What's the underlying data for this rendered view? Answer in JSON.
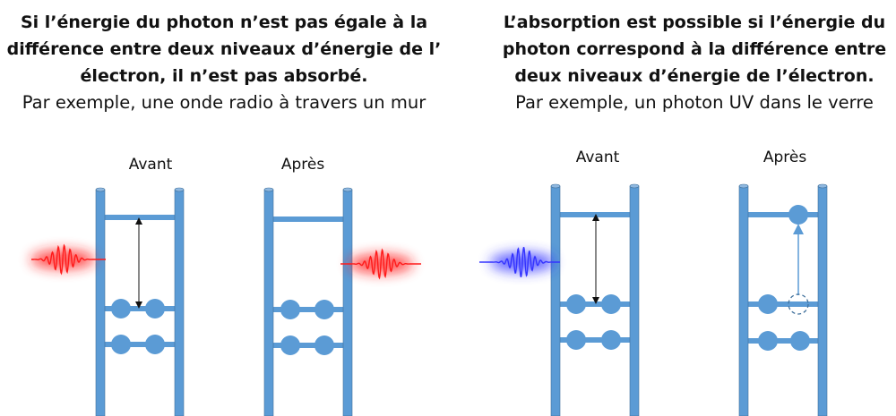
{
  "left": {
    "title_lines": [
      "Si l’énergie du photon n’est pas égale à la",
      "différence entre deux niveaux d’énergie de l’",
      "électron, il n’est pas absorbé."
    ],
    "example": "Par exemple, une onde radio à travers un mur",
    "before_label": "Avant",
    "after_label": "Après"
  },
  "right": {
    "title_lines": [
      "L’absorption est possible si l’énergie du",
      "photon correspond à la différence entre",
      "deux niveaux d’énergie de l’électron."
    ],
    "example": "Par exemple, un photon UV dans le verre",
    "before_label": "Avant",
    "after_label": "Après"
  },
  "colors": {
    "ladder": "#5b9bd5",
    "ladder_edge": "#41719c",
    "radio_wave": "#ff1a1a",
    "uv_wave": "#3333ff"
  }
}
